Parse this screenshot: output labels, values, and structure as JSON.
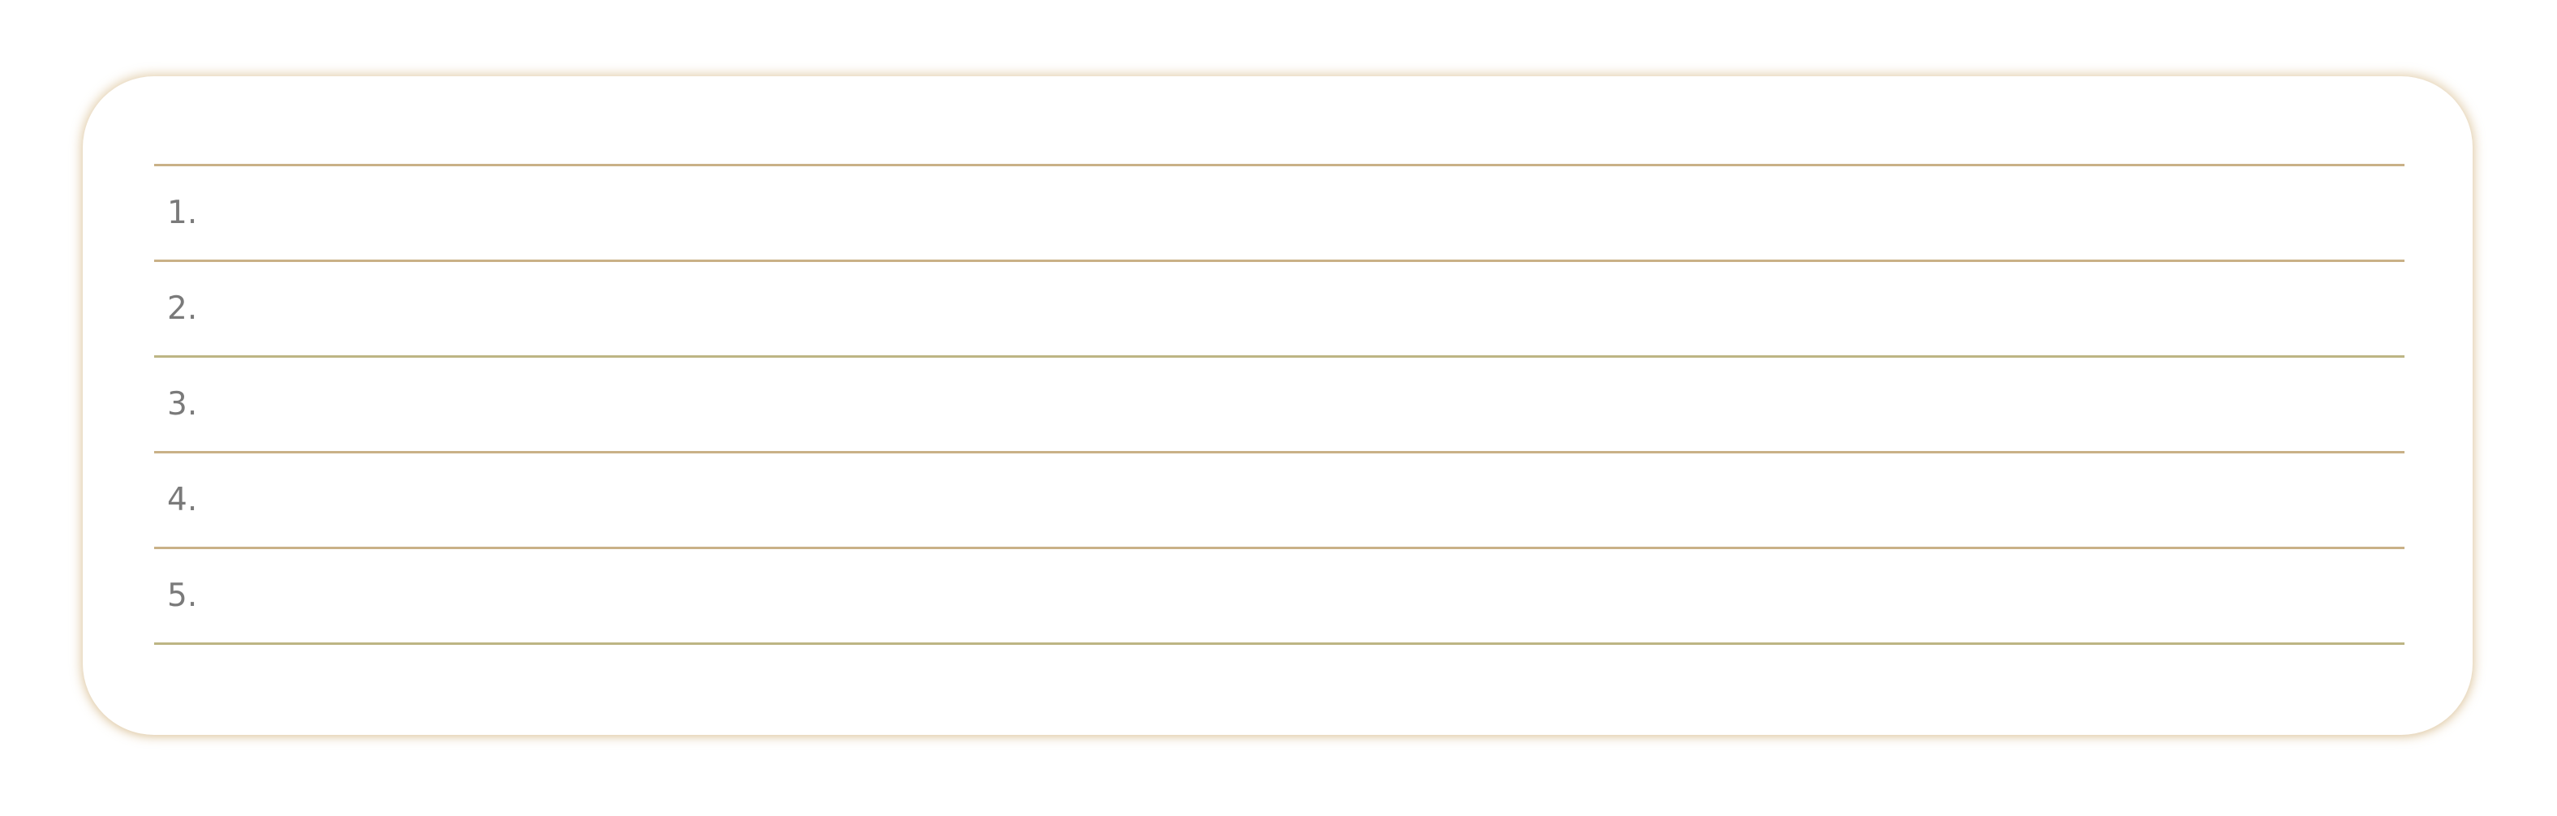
{
  "list": {
    "items": [
      {
        "number": "1.",
        "value": ""
      },
      {
        "number": "2.",
        "value": ""
      },
      {
        "number": "3.",
        "value": ""
      },
      {
        "number": "4.",
        "value": ""
      },
      {
        "number": "5.",
        "value": ""
      }
    ]
  },
  "colors": {
    "rule_tan": "#c9b187",
    "rule_olive": "#bdb584",
    "number_text": "#7a7a7a",
    "card_glow": "#e2cca8"
  }
}
